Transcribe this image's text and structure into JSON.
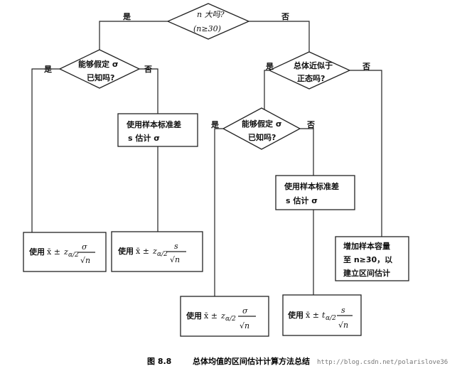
{
  "decisions": {
    "d1": {
      "line1": "n 大吗?",
      "line2": "(n≥30)",
      "yes": "是",
      "no": "否"
    },
    "d2": {
      "line1": "能够假定 σ",
      "line2": "已知吗?",
      "yes": "是",
      "no": "否"
    },
    "d3": {
      "line1": "总体近似于",
      "line2": "正态吗?",
      "yes": "是",
      "no": "否"
    },
    "d4": {
      "line1": "能够假定 σ",
      "line2": "已知吗?",
      "yes": "是",
      "no": "否"
    }
  },
  "process": {
    "p1": {
      "line1": "使用样本标准差",
      "line2": "s 估计 σ"
    },
    "p2": {
      "line1": "使用样本标准差",
      "line2": "s 估计 σ"
    }
  },
  "results": {
    "r1": {
      "prefix": "使用",
      "mean": "x̄ ±",
      "crit": "z",
      "sub": "α/2",
      "num": "σ",
      "den": "√n"
    },
    "r2": {
      "prefix": "使用",
      "mean": "x̄ ±",
      "crit": "z",
      "sub": "α/2",
      "num": "s",
      "den": "√n"
    },
    "r3": {
      "prefix": "使用",
      "mean": "x̄ ±",
      "crit": "z",
      "sub": "α/2",
      "num": "σ",
      "den": "√n"
    },
    "r4": {
      "prefix": "使用",
      "mean": "x̄ ±",
      "crit": "t",
      "sub": "α/2",
      "num": "s",
      "den": "√n"
    },
    "r5": {
      "line1": "增加样本容量",
      "line2": "至 n≥30，以",
      "line3": "建立区间估计"
    }
  },
  "caption": {
    "figure": "图 8.8",
    "title": "总体均值的区间估计计算方法总结"
  },
  "watermark": "http://blog.csdn.net/polarislove36"
}
